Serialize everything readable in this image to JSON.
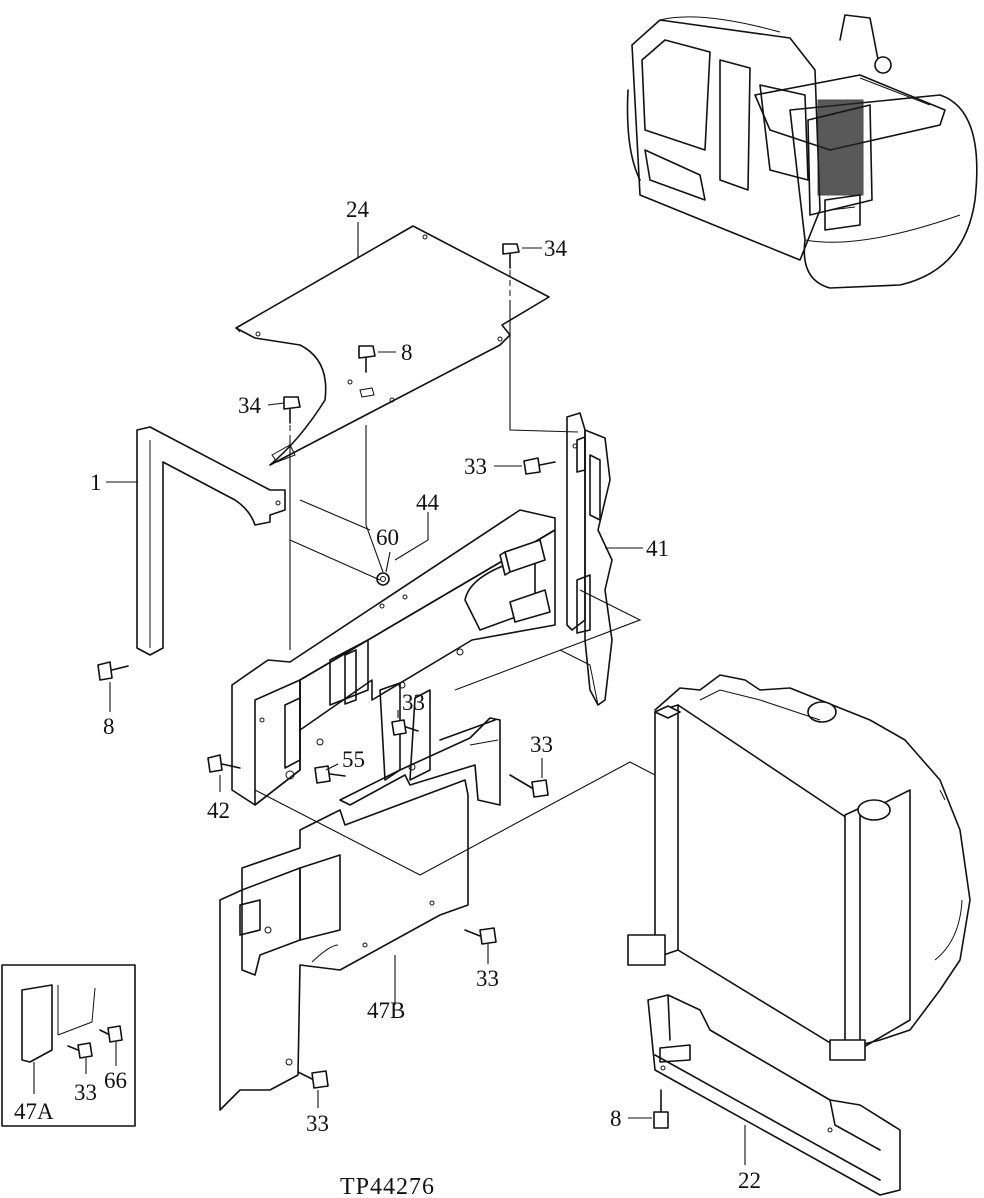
{
  "figure_id": "TP44276",
  "callouts": {
    "c24": "24",
    "c34a": "34",
    "c8a": "8",
    "c34b": "34",
    "c1": "1",
    "c33a": "33",
    "c44": "44",
    "c60": "60",
    "c41": "41",
    "c8b": "8",
    "c33b": "33",
    "c55": "55",
    "c33c": "33",
    "c42": "42",
    "c33d": "33",
    "c47b": "47B",
    "c33e": "33",
    "c8c": "8",
    "c22": "22"
  },
  "inset": {
    "c47a": "47A",
    "c33": "33",
    "c66": "66"
  },
  "colors": {
    "line": "#111111",
    "background": "#ffffff"
  }
}
